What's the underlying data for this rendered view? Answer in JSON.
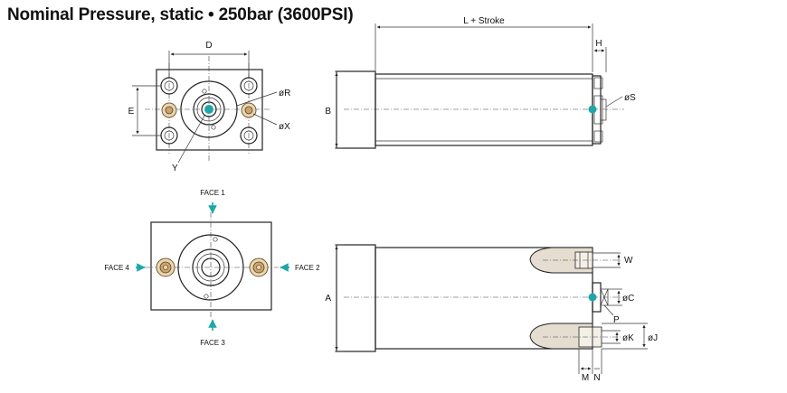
{
  "title": "Nominal Pressure, static • 250bar (3600PSI)",
  "colors": {
    "accent": "#1fa7a7",
    "brass": "#c9a46e",
    "hatch": "#e4ddd0",
    "line": "#222222"
  },
  "labels": {
    "D": "D",
    "E": "E",
    "R": "øR",
    "X": "øX",
    "Y": "Y",
    "L": "L + Stroke",
    "H": "H",
    "B": "B",
    "S": "øS",
    "face1": "FACE 1",
    "face2": "FACE 2",
    "face3": "FACE 3",
    "face4": "FACE 4",
    "A": "A",
    "W": "W",
    "C": "øC",
    "P": "P",
    "K": "øK",
    "J": "øJ",
    "M": "M",
    "N": "N"
  }
}
